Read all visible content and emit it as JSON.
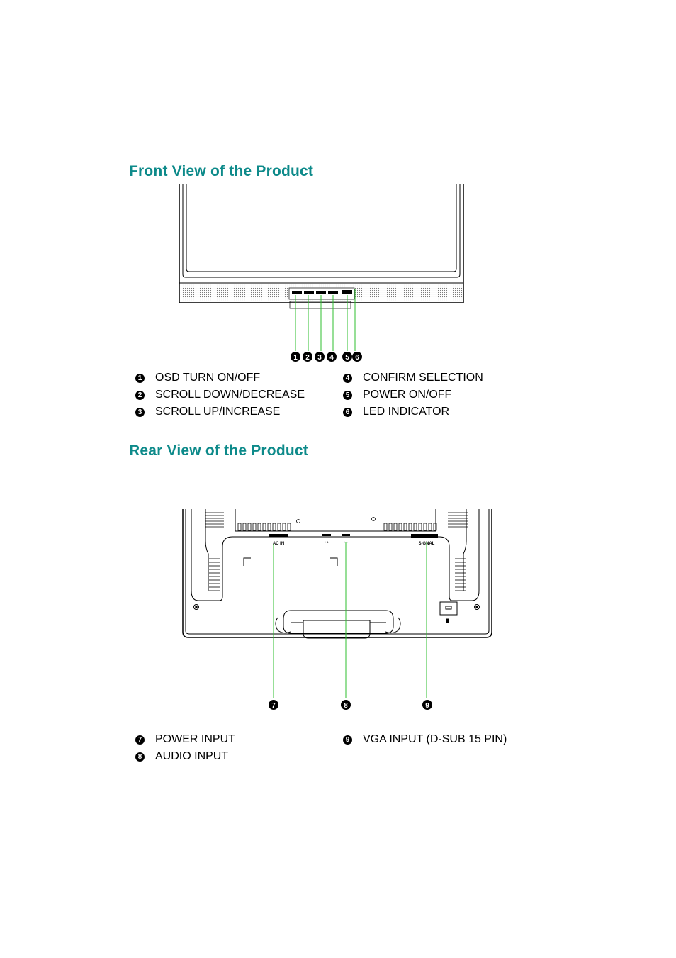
{
  "front": {
    "title": "Front View of the Product",
    "legend": [
      {
        "num": "1",
        "label": "OSD TURN ON/OFF"
      },
      {
        "num": "2",
        "label": "SCROLL DOWN/DECREASE"
      },
      {
        "num": "3",
        "label": "SCROLL UP/INCREASE"
      },
      {
        "num": "4",
        "label": "CONFIRM SELECTION"
      },
      {
        "num": "5",
        "label": "POWER ON/OFF"
      },
      {
        "num": "6",
        "label": "LED INDICATOR"
      }
    ]
  },
  "rear": {
    "title": "Rear View of the Product",
    "port_labels": {
      "ac": "AC IN",
      "signal": "SIGNAL"
    },
    "legend": [
      {
        "num": "7",
        "label": "POWER INPUT"
      },
      {
        "num": "8",
        "label": "AUDIO INPUT"
      },
      {
        "num": "9",
        "label": "VGA INPUT (D-SUB 15 PIN)"
      }
    ]
  },
  "colors": {
    "heading": "#0d8a8a",
    "callout_line": "#2fbf2f"
  }
}
